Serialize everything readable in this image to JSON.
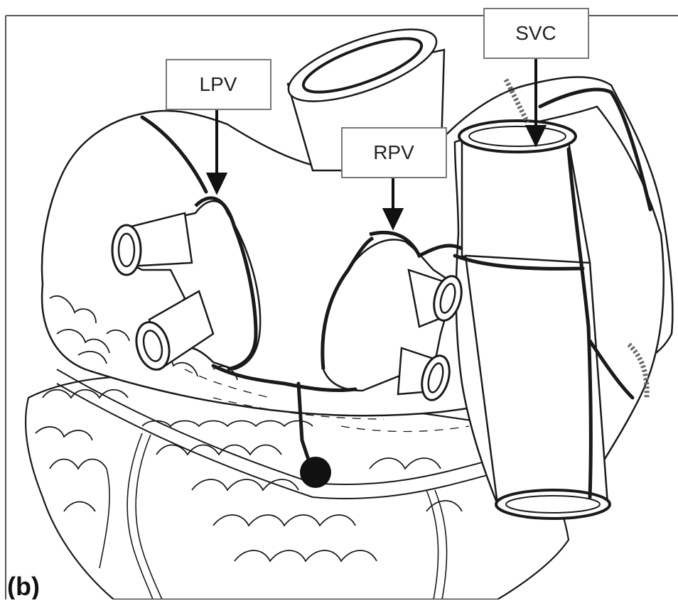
{
  "figure": {
    "panel_label": "(b)",
    "labels": {
      "lpv": "LPV",
      "rpv": "RPV",
      "svc": "SVC"
    },
    "colors": {
      "line": "#1a1a1a",
      "fill": "#ffffff",
      "background": "#ffffff",
      "marker": "#111111"
    }
  }
}
